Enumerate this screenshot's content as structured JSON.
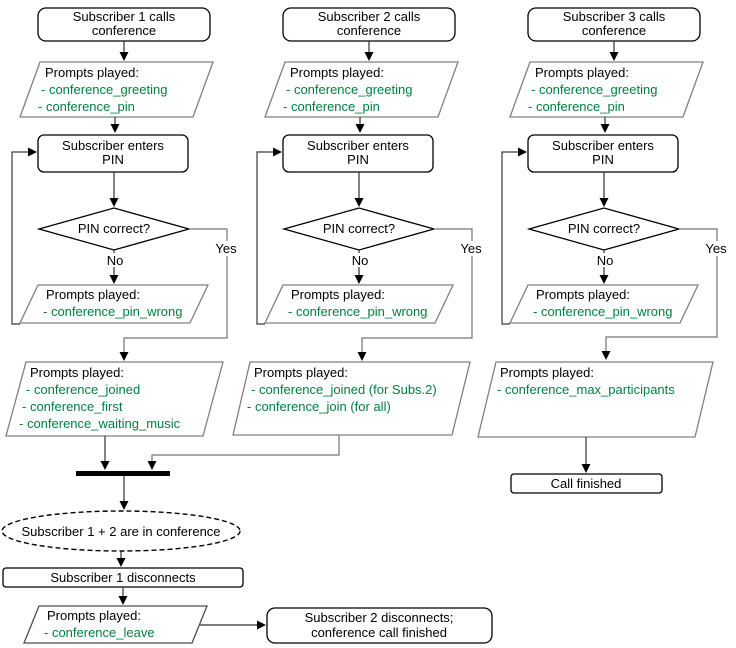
{
  "colors": {
    "prompt_text": "#008040"
  },
  "columns": [
    {
      "start1": "Subscriber 1 calls",
      "start2": "conference",
      "greeting": {
        "title": "Prompts played:",
        "items": [
          "- conference_greeting",
          "- conference_pin"
        ]
      },
      "enter1": "Subscriber enters",
      "enter2": "PIN",
      "decision": "PIN correct?",
      "no": "No",
      "yes": "Yes",
      "pin_wrong": {
        "title": "Prompts played:",
        "items": [
          "- conference_pin_wrong"
        ]
      },
      "result": {
        "title": "Prompts played:",
        "items": [
          "- conference_joined",
          "- conference_first",
          "- conference_waiting_music"
        ]
      }
    },
    {
      "start1": "Subscriber 2 calls",
      "start2": "conference",
      "greeting": {
        "title": "Prompts played:",
        "items": [
          "- conference_greeting",
          "- conference_pin"
        ]
      },
      "enter1": "Subscriber enters",
      "enter2": "PIN",
      "decision": "PIN correct?",
      "no": "No",
      "yes": "Yes",
      "pin_wrong": {
        "title": "Prompts played:",
        "items": [
          "- conference_pin_wrong"
        ]
      },
      "result": {
        "title": "Prompts played:",
        "items": [
          "- conference_joined (for Subs.2)",
          "- conference_join (for all)"
        ]
      }
    },
    {
      "start1": "Subscriber 3 calls",
      "start2": "conference",
      "greeting": {
        "title": "Prompts played:",
        "items": [
          "- conference_greeting",
          "- conference_pin"
        ]
      },
      "enter1": "Subscriber enters",
      "enter2": "PIN",
      "decision": "PIN correct?",
      "no": "No",
      "yes": "Yes",
      "pin_wrong": {
        "title": "Prompts played:",
        "items": [
          "- conference_pin_wrong"
        ]
      },
      "result": {
        "title": "Prompts played:",
        "items": [
          "- conference_max_participants"
        ]
      },
      "call_finished": "Call finished"
    }
  ],
  "bottom": {
    "in_conference": "Subscriber 1 + 2 are in conference",
    "sub1_disconnects": "Subscriber 1 disconnects",
    "leave": {
      "title": "Prompts played:",
      "items": [
        "- conference_leave"
      ]
    },
    "sub2_disconnects1": "Subscriber 2 disconnects;",
    "sub2_disconnects2": "conference call finished"
  }
}
